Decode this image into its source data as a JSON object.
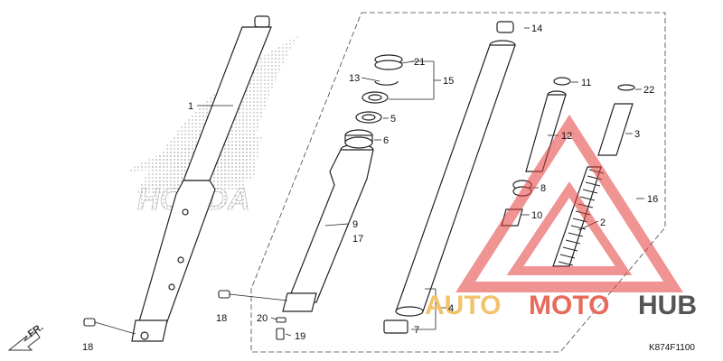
{
  "diagram": {
    "brand_text": "HONDA",
    "direction_text": "FR.",
    "figure_code": "K874F1100",
    "callouts": [
      "1",
      "2",
      "3",
      "4",
      "5",
      "6",
      "7",
      "8",
      "9",
      "10",
      "11",
      "12",
      "13",
      "14",
      "15",
      "16",
      "17",
      "18",
      "18",
      "19",
      "20",
      "21",
      "22"
    ],
    "watermark": {
      "auto": "AUTO",
      "moto": "MOTO",
      "hub": "HUB",
      "colors": {
        "auto": "#f2c36b",
        "moto": "#e86a5a",
        "hub": "#555555",
        "triangle": "#e23b3b"
      }
    }
  }
}
